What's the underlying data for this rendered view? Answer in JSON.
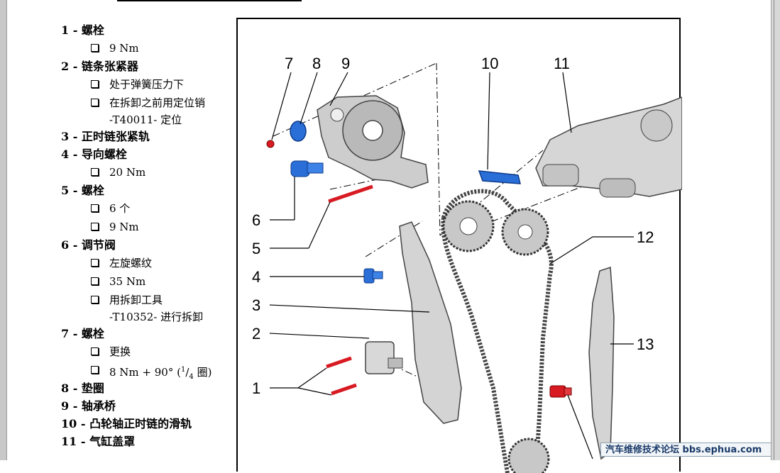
{
  "legend": {
    "items": [
      {
        "num": "1 -",
        "label": "螺栓"
      },
      {
        "num": "2 -",
        "label": "链条张紧器"
      },
      {
        "num": "3 -",
        "label": "正时链张紧轨"
      },
      {
        "num": "4 -",
        "label": "导向螺栓"
      },
      {
        "num": "5 -",
        "label": "螺栓"
      },
      {
        "num": "6 -",
        "label": "调节阀"
      },
      {
        "num": "7 -",
        "label": "螺栓"
      },
      {
        "num": "8 -",
        "label": "垫圈"
      },
      {
        "num": "9 -",
        "label": "轴承桥"
      },
      {
        "num": "10 -",
        "label": "凸轮轴正时链的滑轨"
      },
      {
        "num": "11 -",
        "label": "气缸盖罩"
      }
    ],
    "subs": {
      "s1a": "9 Nm",
      "s2a": "处于弹簧压力下",
      "s2b": "在拆卸之前用定位销",
      "s2b_cont": "-T40011- 定位",
      "s4a": "20 Nm",
      "s5a": "6 个",
      "s5b": "9 Nm",
      "s6a": "左旋螺纹",
      "s6b": "35 Nm",
      "s6c": "用拆卸工具",
      "s6c_cont": "-T10352- 进行拆卸",
      "s7a": "更换",
      "s7b_pre": "8 Nm + 90° (",
      "s7b_sup": "1",
      "s7b_slash": "/",
      "s7b_sub": "4",
      "s7b_post": " 圈)"
    }
  },
  "figure": {
    "callouts": [
      "7",
      "8",
      "9",
      "10",
      "11",
      "6",
      "5",
      "4",
      "3",
      "2",
      "1",
      "12",
      "13"
    ],
    "colors": {
      "blue": "#2a6fd8",
      "red": "#d81a22",
      "part": "#c9c9c9",
      "chain": "#444444"
    }
  },
  "watermark": {
    "text": "汽车维修技术论坛 bbs.ephua.com"
  }
}
